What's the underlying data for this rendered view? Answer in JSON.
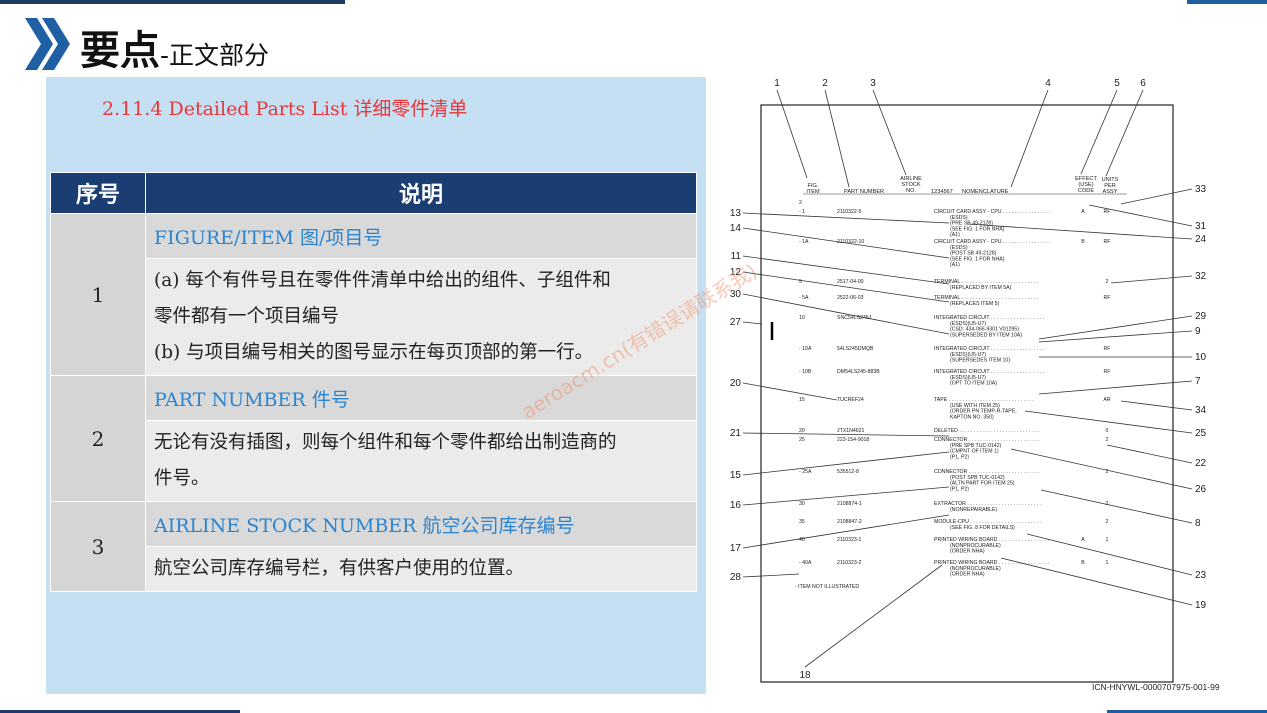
{
  "header": {
    "title_main": "要点",
    "title_sub": "-正文部分"
  },
  "section": {
    "heading": "2.11.4 Detailed Parts List 详细零件清单"
  },
  "table": {
    "col_headers": [
      "序号",
      "说明"
    ],
    "rows": [
      {
        "num": "1",
        "subheading": "FIGURE/ITEM 图/项目号",
        "lines": [
          "(a) 每个有件号且在零件件清单中给出的组件、子组件和",
          "零件都有一个项目编号",
          "(b) 与项目编号相关的图号显示在每页顶部的第一行。"
        ]
      },
      {
        "num": "2",
        "subheading": "PART NUMBER 件号",
        "lines": [
          "无论有没有插图，则每个组件和每个零件都给出制造商的",
          "件号。"
        ]
      },
      {
        "num": "3",
        "subheading": "AIRLINE STOCK NUMBER 航空公司库存编号",
        "lines": [
          "航空公司库存编号栏，有供客户使用的位置。"
        ]
      }
    ]
  },
  "diagram": {
    "top_callouts": [
      "1",
      "2",
      "3",
      "4",
      "5",
      "6"
    ],
    "column_headers": {
      "fig": "FIG.",
      "item": "ITEM",
      "part": "PART NUMBER",
      "airline": "AIRLINE",
      "stock": "STOCK",
      "no": "NO.",
      "ref": "1234567",
      "nom": "NOMENCLATURE",
      "effect": "EFFECT",
      "use": "(USE)",
      "code": "CODE",
      "units": "UNITS",
      "per": "PER",
      "assy": "ASSY"
    },
    "entries": [
      {
        "item": "2",
        "part": "",
        "lines": []
      },
      {
        "item": "- 1",
        "part": "2110322-5",
        "lines": [
          "CIRCUIT CARD ASSY - CPU . . . . . . . . . . . . . . . . .",
          "(ESDS)",
          "(PRE SB 49-2128)",
          "(SEE FIG. 1 FOR NHA)",
          "(A1)"
        ],
        "code": "A",
        "units": "RF"
      },
      {
        "item": "- 1A",
        "part": "2110322-10",
        "lines": [
          "CIRCUIT CARD ASSY - CPU . . . . . . . . . . . . . . . . .",
          "(ESDS)",
          "(POST SB 49-2128)",
          "(SEE FIG. 1 FOR NHA)",
          "(A1)"
        ],
        "code": "B",
        "units": "RF"
      },
      {
        "item": "5",
        "part": "2517-04-00",
        "lines": [
          "TERMINAL . . . . . . . . . . . . . . . . . . . . . . . . . . .",
          "(REPLACED BY ITEM 5A)"
        ],
        "code": "",
        "units": "2"
      },
      {
        "item": "- 5A",
        "part": "2522-06-03",
        "lines": [
          "TERMINAL . . . . . . . . . . . . . . . . . . . . . . . . . . .",
          "(REPLACES ITEM 5)"
        ],
        "code": "",
        "units": "RF"
      },
      {
        "item": "10",
        "part": "SNC54LS245J",
        "lines": [
          "INTEGRATED CIRCUIT . . . . . . . . . . . . . . . . . . .",
          "(ESDS)(U5-U7)",
          "(CSD: 434-066-9301 V01295)",
          "(SUPERSEDED BY ITEM 10A)"
        ],
        "code": "",
        "units": ""
      },
      {
        "item": "- 10A",
        "part": "54LS245DMQB",
        "lines": [
          "INTEGRATED CIRCUIT . . . . . . . . . . . . . . . . . . .",
          "(ESDS)(U5-U7)",
          "(SUPERSEDES ITEM 10)"
        ],
        "code": "",
        "units": "RF"
      },
      {
        "item": "- 10B",
        "part": "DM54LS245-883B",
        "lines": [
          "INTEGRATED CIRCUIT . . . . . . . . . . . . . . . . . . .",
          "(ESDS)(U5-U7)",
          "(OPT TO ITEM 10A)"
        ],
        "code": "",
        "units": "RF"
      },
      {
        "item": "15",
        "part": "TUCREF24",
        "lines": [
          "TAPE . . . . . . . . . . . . . . . . . . . . . . . . . . . . . .",
          "(USE WITH ITEM 25)",
          "(ORDER PN TEMP-R-TAPE,",
          "KAPTON NO. 350)"
        ],
        "code": "",
        "units": "AR"
      },
      {
        "item": "20",
        "part": "JTX1N4621",
        "lines": [
          "DELETED . . . . . . . . . . . . . . . . . . . . . . . . . . . ."
        ],
        "code": "",
        "units": "0"
      },
      {
        "item": "25",
        "part": "223-154-9018",
        "lines": [
          "CONNECTOR . . . . . . . . . . . . . . . . . . . . . . . . .",
          "(PRE SPB TUC-0142)",
          "(CMPNT OF ITEM 1)",
          "(P1, P2)"
        ],
        "code": "",
        "units": "2"
      },
      {
        "item": "- 25A",
        "part": "535512-8",
        "lines": [
          "CONNECTOR . . . . . . . . . . . . . . . . . . . . . . . . .",
          "(POST SPB TUC-0142)",
          "(ALTN PART FOR ITEM 25)",
          "(P1, P2)"
        ],
        "code": "",
        "units": "2"
      },
      {
        "item": "30",
        "part": "2108874-1",
        "lines": [
          "EXTRACTOR . . . . . . . . . . . . . . . . . . . . . . . . . .",
          "(NONREPAIRABLE)"
        ],
        "code": "",
        "units": "2"
      },
      {
        "item": "35",
        "part": "2108847-2",
        "lines": [
          "MODULE-CPU . . . . . . . . . . . . . . . . . . . . . . . . .",
          "(SEE FIG. 8 FOR DETAILS)"
        ],
        "code": "",
        "units": "2"
      },
      {
        "item": "40",
        "part": "2110323-1",
        "lines": [
          "PRINTED WIRING BOARD . . . . . . . . . . . . . . . . . .",
          "(NONPROCURABLE)",
          "(ORDER NHA)"
        ],
        "code": "A",
        "units": "1"
      },
      {
        "item": "- 40A",
        "part": "2110323-2",
        "lines": [
          "PRINTED WIRING BOARD . . . . . . . . . . . . . . . . . .",
          "(NONPROCURABLE)",
          "(ORDER NHA)"
        ],
        "code": "B",
        "units": "1"
      }
    ],
    "not_illustrated": "- ITEM NOT ILLUSTRATED",
    "left_callouts": [
      "13",
      "14",
      "11",
      "12",
      "30",
      "27",
      "20",
      "21",
      "15",
      "16",
      "17",
      "28"
    ],
    "right_callouts": [
      "33",
      "31",
      "24",
      "32",
      "29",
      "9",
      "10",
      "7",
      "34",
      "25",
      "22",
      "26",
      "8",
      "23",
      "19"
    ],
    "bottom_callout": "18",
    "icn": "ICN-HNYWL-0000707975-001-99"
  },
  "watermark": "aeroacm.cn(有错误请联系我)"
}
